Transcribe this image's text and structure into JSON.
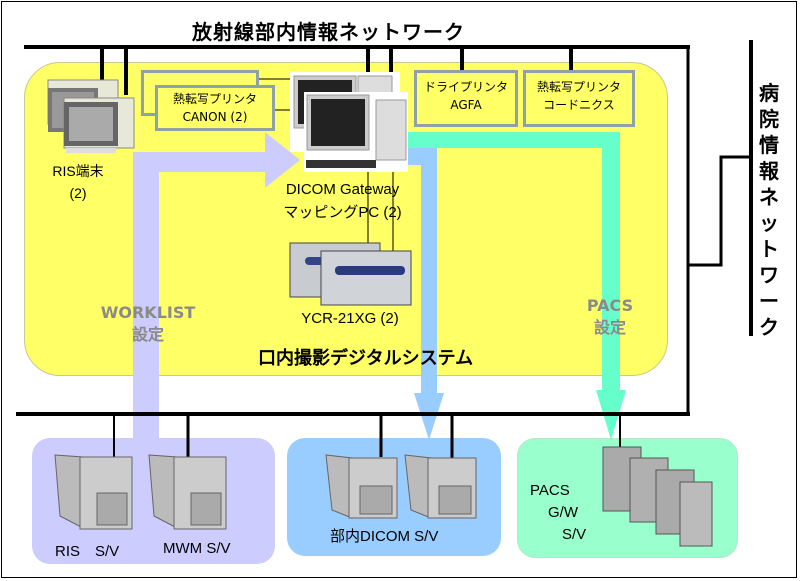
{
  "diagram": {
    "title": "放射線部内情報ネットワーク",
    "hospital_network": "病院情報ネットワーク",
    "system_name": "口内撮影デジタルシステム",
    "devices": {
      "ris_terminal": {
        "name": "RIS端末",
        "count": "(2)"
      },
      "printer_canon": {
        "line1": "熱転写プリンタ",
        "line2": "CANON (2)"
      },
      "printer_agfa": {
        "line1": "ドライプリンタ",
        "line2": "AGFA"
      },
      "printer_codonics": {
        "line1": "熱転写プリンタ",
        "line2": "コードニクス"
      },
      "gateway": {
        "line1": "DICOM Gateway",
        "line2": "マッピングPC (2)"
      },
      "ycr": {
        "name": "YCR-21XG (2)"
      }
    },
    "flows": {
      "worklist": {
        "line1": "WORKLIST",
        "line2": "設定"
      },
      "pacs": {
        "line1": "PACS",
        "line2": "設定"
      }
    },
    "servers": {
      "ris": "RIS　S/V",
      "mwm": "MWM S/V",
      "dicom": "部内DICOM S/V",
      "pacs": {
        "line1": "PACS",
        "line2": "G/W",
        "line3": "S/V"
      }
    },
    "colors": {
      "zone_yellow": "#ffff66",
      "ris_zone": "#ccccff",
      "dicom_zone": "#99ccff",
      "pacs_zone": "#99ffcc",
      "worklist_arrow": "#ccccff",
      "dicom_arrow": "#99ccff",
      "pacs_arrow": "#66ffcc"
    }
  }
}
